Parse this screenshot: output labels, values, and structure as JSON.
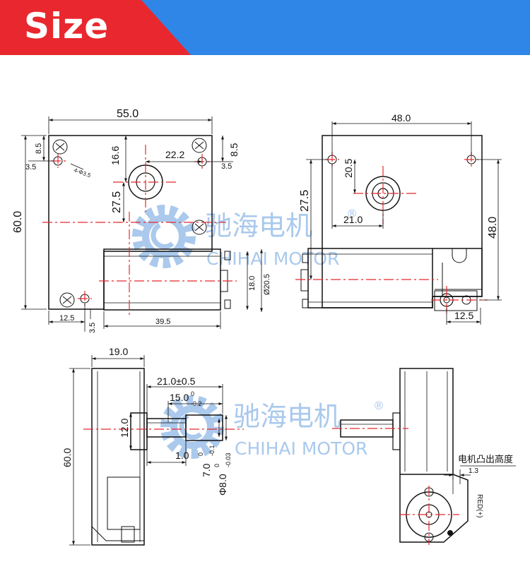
{
  "header": {
    "title": "Size",
    "red": "#e8282e",
    "blue": "#2f86e6"
  },
  "watermark": {
    "cn": "驰海电机",
    "en": "CHIHAI MOTOR",
    "reg": "®",
    "color": "#aac9ec"
  },
  "front_view": {
    "width": "55.0",
    "height": "60.0",
    "top_hole_offset": "8.5",
    "side_hole_offset": "3.5",
    "hole_note": "4-Φ3.5",
    "shaft_vertical": "16.6",
    "shaft_horizontal": "22.2",
    "right_hole_offset": "8.5",
    "right_side_offset": "3.5",
    "shaft_to_hole": "27.5",
    "motor_height": "18.0",
    "motor_dia": "Ø20.5",
    "bottom_hole": "12.5",
    "bottom_side": "3.5",
    "motor_length": "39.5"
  },
  "rear_view": {
    "width": "48.0",
    "hole_drop": "20.5",
    "shaft_height": "27.5",
    "shaft_x": "21.0",
    "height": "48.0",
    "terminal": "12.5"
  },
  "side_view": {
    "width": "19.0",
    "shaft_length": "21.0±0.5",
    "d_cut_main": "15.0",
    "d_cut_tol_up": "0",
    "d_cut_tol_down": "-0.2",
    "hub_height": "12.0",
    "height": "60.0",
    "hub_length": "1.0",
    "flat_main": "7.0",
    "flat_tol_up": "0",
    "flat_tol_down": "-0.1",
    "dia_main": "Φ8.0",
    "dia_tol_up": "0",
    "dia_tol_down": "-0.03"
  },
  "end_view": {
    "protrusion_label": "电机凸出高度",
    "protrusion": "1.3",
    "polarity": "RED(+)"
  }
}
